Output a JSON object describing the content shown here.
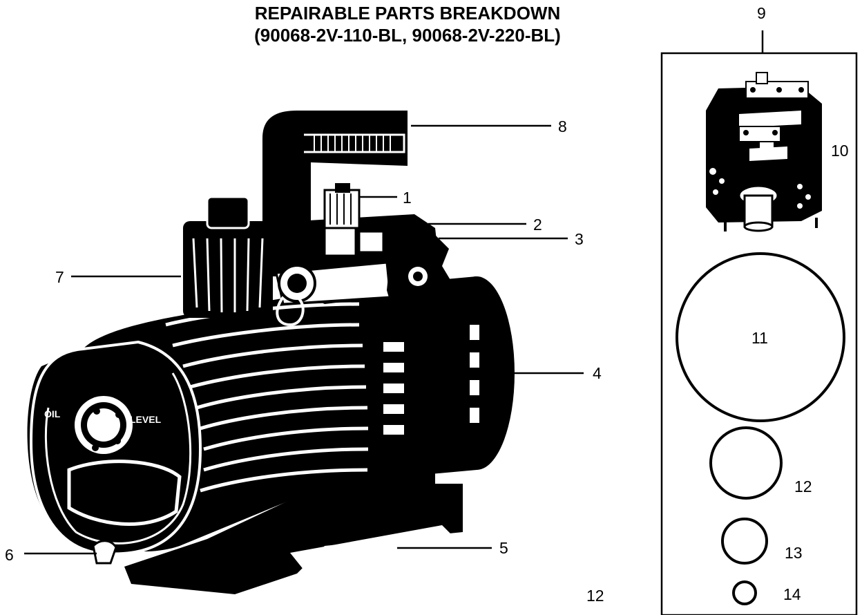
{
  "header": {
    "title_line1": "REPAIRABLE PARTS BREAKDOWN",
    "title_line2": "(90068-2V-110-BL, 90068-2V-220-BL)"
  },
  "callouts": [
    "1",
    "2",
    "3",
    "4",
    "5",
    "6",
    "7",
    "8"
  ],
  "kit": {
    "label": "9",
    "parts": [
      "10",
      "11",
      "12",
      "13",
      "14"
    ]
  },
  "page_number": "12",
  "colors": {
    "ink": "#000000",
    "paper": "#ffffff"
  }
}
